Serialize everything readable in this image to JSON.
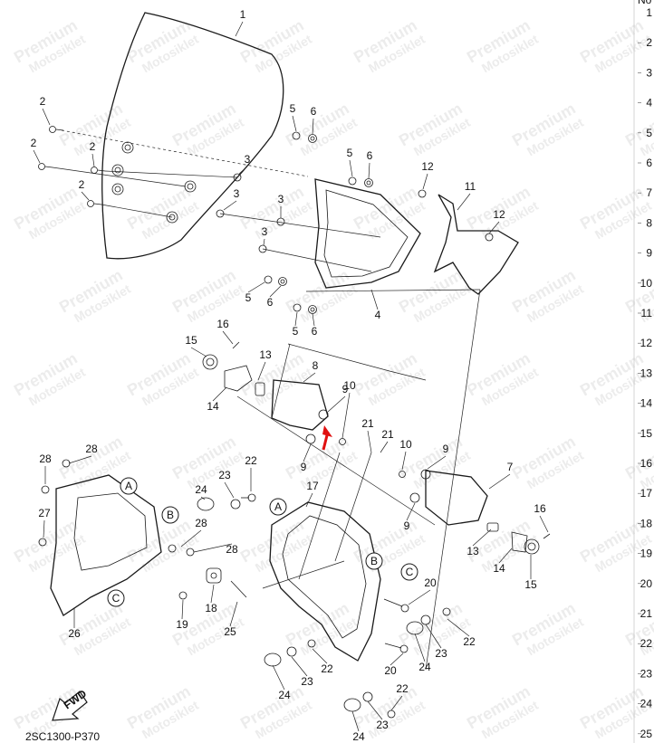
{
  "watermark": {
    "line1": "Premium",
    "line2": "Motosiklet"
  },
  "diagram_code": "2SC1300-P370",
  "fwd_label": "FWD",
  "ref_column": {
    "header": "No",
    "numbers": [
      "1",
      "2",
      "3",
      "4",
      "5",
      "6",
      "7",
      "8",
      "9",
      "10",
      "11",
      "12",
      "13",
      "14",
      "15",
      "16",
      "17",
      "18",
      "19",
      "20",
      "21",
      "22",
      "23",
      "24",
      "25"
    ]
  },
  "callouts": [
    {
      "label": "1"
    },
    {
      "label": "2"
    },
    {
      "label": "2"
    },
    {
      "label": "2"
    },
    {
      "label": "2"
    },
    {
      "label": "3"
    },
    {
      "label": "3"
    },
    {
      "label": "3"
    },
    {
      "label": "3"
    },
    {
      "label": "4"
    },
    {
      "label": "5"
    },
    {
      "label": "6"
    },
    {
      "label": "5"
    },
    {
      "label": "6"
    },
    {
      "label": "5"
    },
    {
      "label": "6"
    },
    {
      "label": "5"
    },
    {
      "label": "6"
    },
    {
      "label": "7"
    },
    {
      "label": "8"
    },
    {
      "label": "9"
    },
    {
      "label": "9"
    },
    {
      "label": "9"
    },
    {
      "label": "9"
    },
    {
      "label": "10"
    },
    {
      "label": "10"
    },
    {
      "label": "11"
    },
    {
      "label": "12"
    },
    {
      "label": "12"
    },
    {
      "label": "13"
    },
    {
      "label": "13"
    },
    {
      "label": "14"
    },
    {
      "label": "14"
    },
    {
      "label": "15"
    },
    {
      "label": "15"
    },
    {
      "label": "16"
    },
    {
      "label": "16"
    },
    {
      "label": "17"
    },
    {
      "label": "18"
    },
    {
      "label": "19"
    },
    {
      "label": "20"
    },
    {
      "label": "20"
    },
    {
      "label": "21"
    },
    {
      "label": "21"
    },
    {
      "label": "22"
    },
    {
      "label": "22"
    },
    {
      "label": "22"
    },
    {
      "label": "22"
    },
    {
      "label": "23"
    },
    {
      "label": "23"
    },
    {
      "label": "23"
    },
    {
      "label": "23"
    },
    {
      "label": "24"
    },
    {
      "label": "24"
    },
    {
      "label": "24"
    },
    {
      "label": "24"
    },
    {
      "label": "25"
    },
    {
      "label": "26"
    },
    {
      "label": "27"
    },
    {
      "label": "28"
    },
    {
      "label": "28"
    },
    {
      "label": "28"
    },
    {
      "label": "28"
    }
  ],
  "connectors": [
    {
      "label": "A"
    },
    {
      "label": "A"
    },
    {
      "label": "B"
    },
    {
      "label": "B"
    },
    {
      "label": "C"
    },
    {
      "label": "C"
    }
  ]
}
